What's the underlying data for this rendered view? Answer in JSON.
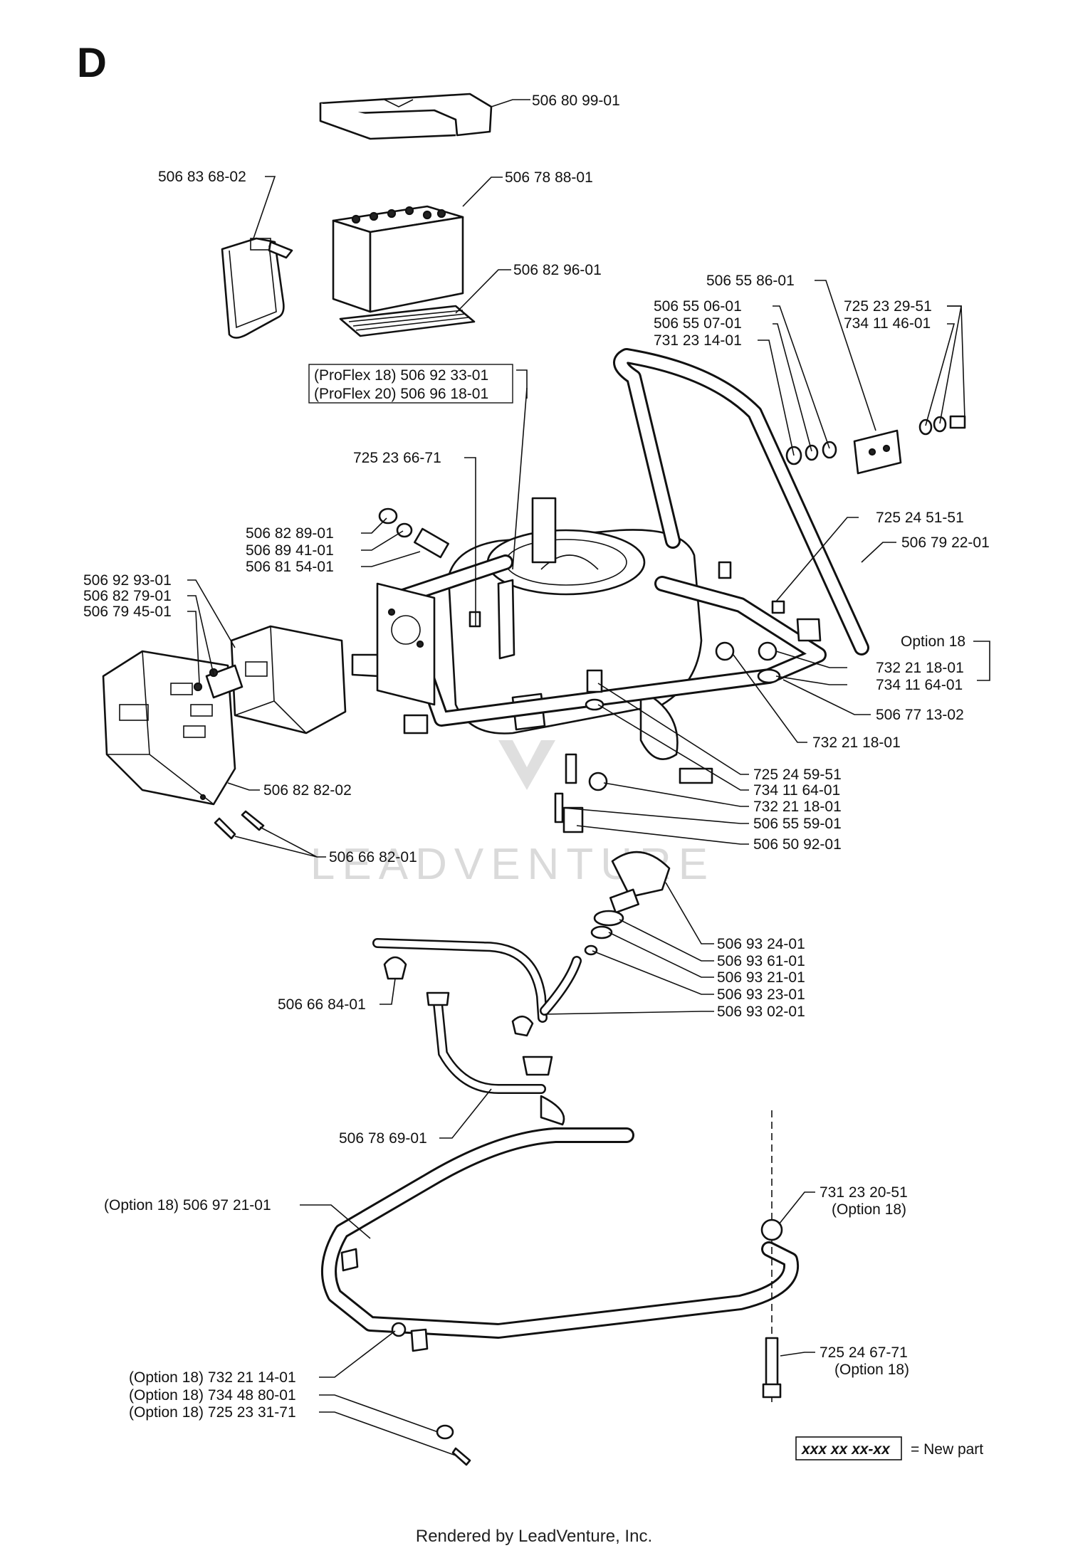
{
  "section_letter": "D",
  "labels": [
    {
      "id": "p1",
      "text": "506 80 99-01"
    },
    {
      "id": "p2",
      "text": "506 83 68-02"
    },
    {
      "id": "p3",
      "text": "506 78 88-01"
    },
    {
      "id": "p4",
      "text": "506 82 96-01"
    },
    {
      "id": "p5",
      "text": "506 55 86-01"
    },
    {
      "id": "p6",
      "text": "506 55 06-01"
    },
    {
      "id": "p7",
      "text": "506 55 07-01"
    },
    {
      "id": "p8",
      "text": "731 23 14-01"
    },
    {
      "id": "p9",
      "text": "725 23 29-51"
    },
    {
      "id": "p10",
      "text": "734 11 46-01"
    },
    {
      "id": "p11",
      "text": "(ProFlex 18) 506 92 33-01"
    },
    {
      "id": "p12",
      "text": "(ProFlex 20) 506 96 18-01"
    },
    {
      "id": "p13",
      "text": "725 23 66-71"
    },
    {
      "id": "p14",
      "text": "725 24 51-51"
    },
    {
      "id": "p15",
      "text": "506 82 89-01"
    },
    {
      "id": "p16",
      "text": "506 89 41-01"
    },
    {
      "id": "p17",
      "text": "506 81 54-01"
    },
    {
      "id": "p18",
      "text": "506 79 22-01"
    },
    {
      "id": "p19",
      "text": "506 92 93-01"
    },
    {
      "id": "p20",
      "text": "506 82 79-01"
    },
    {
      "id": "p21",
      "text": "506 79 45-01"
    },
    {
      "id": "p22",
      "text": "Option 18"
    },
    {
      "id": "p23",
      "text": "732 21 18-01"
    },
    {
      "id": "p24",
      "text": "734 11 64-01"
    },
    {
      "id": "p25",
      "text": "506 77 13-02"
    },
    {
      "id": "p26",
      "text": "732 21 18-01"
    },
    {
      "id": "p27",
      "text": "725 24 59-51"
    },
    {
      "id": "p28",
      "text": "734 11 64-01"
    },
    {
      "id": "p29",
      "text": "732 21 18-01"
    },
    {
      "id": "p30",
      "text": "506 55 59-01"
    },
    {
      "id": "p31",
      "text": "506 50 92-01"
    },
    {
      "id": "p32",
      "text": "506 82 82-02"
    },
    {
      "id": "p33",
      "text": "506 66 82-01"
    },
    {
      "id": "p34",
      "text": "506 93 24-01"
    },
    {
      "id": "p35",
      "text": "506 93 61-01"
    },
    {
      "id": "p36",
      "text": "506 93 21-01"
    },
    {
      "id": "p37",
      "text": "506 93 23-01"
    },
    {
      "id": "p38",
      "text": "506 93 02-01"
    },
    {
      "id": "p39",
      "text": "506 66 84-01"
    },
    {
      "id": "p40",
      "text": "506 78 69-01"
    },
    {
      "id": "p41",
      "text": "(Option 18) 506 97 21-01"
    },
    {
      "id": "p42",
      "text": "731 23 20-51"
    },
    {
      "id": "p43",
      "text": "(Option 18)"
    },
    {
      "id": "p44",
      "text": "725 24 67-71"
    },
    {
      "id": "p45",
      "text": "(Option 18)"
    },
    {
      "id": "p46",
      "text": "(Option 18) 732 21 14-01"
    },
    {
      "id": "p47",
      "text": "(Option 18) 734 48 80-01"
    },
    {
      "id": "p48",
      "text": "(Option 18) 725 23 31-71"
    }
  ],
  "legend": {
    "sample": "xxx xx xx-xx",
    "meaning": "= New part"
  },
  "watermark": "LEADVENTURE",
  "footer": "Rendered by LeadVenture, Inc."
}
